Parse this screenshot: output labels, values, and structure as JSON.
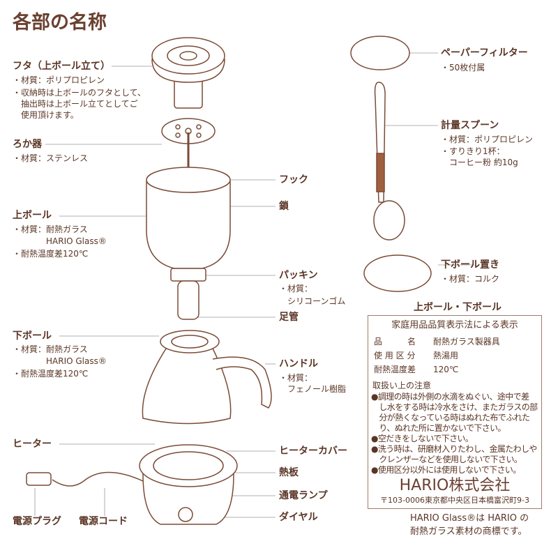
{
  "title": "各部の名称",
  "left": {
    "futa": {
      "name": "フタ（上ボール立て）",
      "lines": [
        "・材質：ポリプロピレン",
        "・収納時は上ボールのフタとして、",
        "　抽出時は上ボール立てとしてご",
        "　使用頂けます。"
      ]
    },
    "roka": {
      "name": "ろか器",
      "lines": [
        "・材質：ステンレス"
      ]
    },
    "upper": {
      "name": "上ボール",
      "lines": [
        "・材質：耐熱ガラス",
        "　　　　HARIO Glass®",
        "・耐熱温度差120℃"
      ]
    },
    "lower": {
      "name": "下ボール",
      "lines": [
        "・材質：耐熱ガラス",
        "　　　　HARIO Glass®",
        "・耐熱温度差120℃"
      ]
    },
    "heater": {
      "name": "ヒーター"
    },
    "plug": {
      "name": "電源プラグ"
    },
    "cord": {
      "name": "電源コード"
    }
  },
  "middle": {
    "hook": "フック",
    "chain": "鎖",
    "packing": {
      "name": "パッキン",
      "lines": [
        "・材質：",
        "　シリコーンゴム"
      ]
    },
    "tube": "足管",
    "handle": {
      "name": "ハンドル",
      "lines": [
        "・材質：",
        "　フェノール樹脂"
      ]
    },
    "cover": "ヒーターカバー",
    "plate": "熱板",
    "lamp": "通電ランプ",
    "dial": "ダイヤル"
  },
  "right": {
    "filter": {
      "name": "ペーパーフィルター",
      "lines": [
        "・50枚付属"
      ]
    },
    "spoon": {
      "name": "計量スプーン",
      "lines": [
        "・材質：ポリプロピレン",
        "・すりきり1杯：",
        "　コーヒー粉 約10g"
      ]
    },
    "stand": {
      "name": "下ボール置き",
      "lines": [
        "・材質：コルク"
      ]
    }
  },
  "label_box": {
    "heading": "上ボール・下ボール",
    "title": "家庭用品品質表示法による表示",
    "rows": [
      [
        "品　　　名",
        "耐熱ガラス製器具"
      ],
      [
        "使 用 区 分",
        "熱湯用"
      ],
      [
        "耐熱温度差",
        "120℃"
      ]
    ],
    "caution_title": "取扱い上の注意",
    "cautions": [
      "●調理の時は外側の水滴をぬぐい、途中で差",
      "　し水をする時は冷水をさけ、またガラスの部",
      "　分が熱くなっている時はぬれた布でふれた",
      "　り、ぬれた所に置かないで下さい。",
      "●空だきをしないで下さい。",
      "●洗う時は、研磨材入りたわし、金属たわしや",
      "　クレンザーなどを使用しないで下さい。",
      "●使用区分以外には使用しないで下さい。"
    ],
    "company": "HARIO株式会社",
    "address": "〒103-0006東京都中央区日本橋富沢町9-3"
  },
  "trademark": [
    "HARIO Glass®は HARIO の",
    "耐熱ガラス素材の商標です。"
  ],
  "colors": {
    "text": "#5a3525",
    "line": "#7a4a35"
  }
}
